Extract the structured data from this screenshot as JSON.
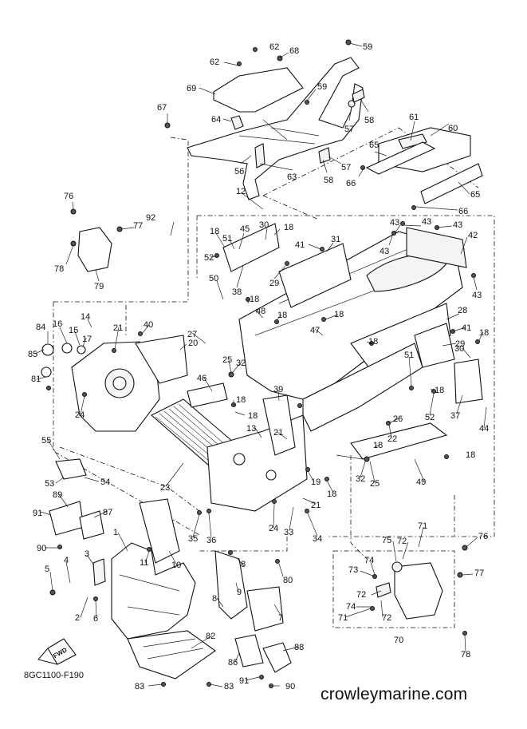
{
  "diagram_code": "8GC1100-F190",
  "watermark": "crowleymarine.com",
  "fwd_label": "FWD",
  "callouts": [
    {
      "id": "c59a",
      "text": "59"
    },
    {
      "id": "c62a",
      "text": "62"
    },
    {
      "id": "c62b",
      "text": "62"
    },
    {
      "id": "c68",
      "text": "68"
    },
    {
      "id": "c69",
      "text": "69"
    },
    {
      "id": "c59b",
      "text": "59"
    },
    {
      "id": "c57a",
      "text": "57"
    },
    {
      "id": "c58a",
      "text": "58"
    },
    {
      "id": "c67",
      "text": "67"
    },
    {
      "id": "c64",
      "text": "64"
    },
    {
      "id": "c61",
      "text": "61"
    },
    {
      "id": "c60",
      "text": "60"
    },
    {
      "id": "c56",
      "text": "56"
    },
    {
      "id": "c63",
      "text": "63"
    },
    {
      "id": "c57b",
      "text": "57"
    },
    {
      "id": "c65a",
      "text": "65"
    },
    {
      "id": "c58b",
      "text": "58"
    },
    {
      "id": "c66a",
      "text": "66"
    },
    {
      "id": "c65b",
      "text": "65"
    },
    {
      "id": "c12",
      "text": "12"
    },
    {
      "id": "c66b",
      "text": "66"
    },
    {
      "id": "c76a",
      "text": "76"
    },
    {
      "id": "c92",
      "text": "92"
    },
    {
      "id": "c77a",
      "text": "77"
    },
    {
      "id": "c30a",
      "text": "30"
    },
    {
      "id": "c18a",
      "text": "18"
    },
    {
      "id": "c43a",
      "text": "43"
    },
    {
      "id": "c43b",
      "text": "43"
    },
    {
      "id": "c43c",
      "text": "43"
    },
    {
      "id": "c42",
      "text": "42"
    },
    {
      "id": "c43d",
      "text": "43"
    },
    {
      "id": "c43e",
      "text": "43"
    },
    {
      "id": "c18b",
      "text": "18"
    },
    {
      "id": "c51a",
      "text": "51"
    },
    {
      "id": "c45",
      "text": "45"
    },
    {
      "id": "c41a",
      "text": "41"
    },
    {
      "id": "c31",
      "text": "31"
    },
    {
      "id": "c78a",
      "text": "78"
    },
    {
      "id": "c52a",
      "text": "52"
    },
    {
      "id": "c79",
      "text": "79"
    },
    {
      "id": "c29a",
      "text": "29"
    },
    {
      "id": "c38",
      "text": "38"
    },
    {
      "id": "c50",
      "text": "50"
    },
    {
      "id": "c18c",
      "text": "18"
    },
    {
      "id": "c48",
      "text": "48"
    },
    {
      "id": "c28",
      "text": "28"
    },
    {
      "id": "c14",
      "text": "14"
    },
    {
      "id": "c18d",
      "text": "18"
    },
    {
      "id": "c18e",
      "text": "18"
    },
    {
      "id": "c47",
      "text": "47"
    },
    {
      "id": "c41b",
      "text": "41"
    },
    {
      "id": "c84",
      "text": "84"
    },
    {
      "id": "c16",
      "text": "16"
    },
    {
      "id": "c15",
      "text": "15"
    },
    {
      "id": "c17",
      "text": "17"
    },
    {
      "id": "c21a",
      "text": "21"
    },
    {
      "id": "c40",
      "text": "40"
    },
    {
      "id": "c27",
      "text": "27"
    },
    {
      "id": "c29b",
      "text": "29"
    },
    {
      "id": "c18f",
      "text": "18"
    },
    {
      "id": "c85",
      "text": "85"
    },
    {
      "id": "c20",
      "text": "20"
    },
    {
      "id": "c25a",
      "text": "25"
    },
    {
      "id": "c32a",
      "text": "32"
    },
    {
      "id": "c18g",
      "text": "18"
    },
    {
      "id": "c30b",
      "text": "30"
    },
    {
      "id": "c46",
      "text": "46"
    },
    {
      "id": "c81",
      "text": "81"
    },
    {
      "id": "c39",
      "text": "39"
    },
    {
      "id": "c51b",
      "text": "51"
    },
    {
      "id": "c18h",
      "text": "18"
    },
    {
      "id": "c18i",
      "text": "18"
    },
    {
      "id": "c24a",
      "text": "24"
    },
    {
      "id": "c18j",
      "text": "18"
    },
    {
      "id": "c37",
      "text": "37"
    },
    {
      "id": "c52b",
      "text": "52"
    },
    {
      "id": "c26",
      "text": "26"
    },
    {
      "id": "c44",
      "text": "44"
    },
    {
      "id": "c13",
      "text": "13"
    },
    {
      "id": "c21b",
      "text": "21"
    },
    {
      "id": "c22",
      "text": "22"
    },
    {
      "id": "c55",
      "text": "55"
    },
    {
      "id": "c18k",
      "text": "18"
    },
    {
      "id": "c18l",
      "text": "18"
    },
    {
      "id": "c32b",
      "text": "32"
    },
    {
      "id": "c25b",
      "text": "25"
    },
    {
      "id": "c53",
      "text": "53"
    },
    {
      "id": "c54",
      "text": "54"
    },
    {
      "id": "c23",
      "text": "23"
    },
    {
      "id": "c19",
      "text": "19"
    },
    {
      "id": "c49",
      "text": "49"
    },
    {
      "id": "c21c",
      "text": "21"
    },
    {
      "id": "c18m",
      "text": "18"
    },
    {
      "id": "c89",
      "text": "89"
    },
    {
      "id": "c87",
      "text": "87"
    },
    {
      "id": "c91a",
      "text": "91"
    },
    {
      "id": "c35",
      "text": "35"
    },
    {
      "id": "c36",
      "text": "36"
    },
    {
      "id": "c24b",
      "text": "24"
    },
    {
      "id": "c33",
      "text": "33"
    },
    {
      "id": "c34",
      "text": "34"
    },
    {
      "id": "c1",
      "text": "1"
    },
    {
      "id": "c71",
      "text": "71"
    },
    {
      "id": "c76b",
      "text": "76"
    },
    {
      "id": "c90a",
      "text": "90"
    },
    {
      "id": "c75",
      "text": "75"
    },
    {
      "id": "c72a",
      "text": "72"
    },
    {
      "id": "c3",
      "text": "3"
    },
    {
      "id": "c11",
      "text": "11"
    },
    {
      "id": "c10",
      "text": "10"
    },
    {
      "id": "c80",
      "text": "80"
    },
    {
      "id": "c74a",
      "text": "74"
    },
    {
      "id": "c5",
      "text": "5"
    },
    {
      "id": "c4",
      "text": "4"
    },
    {
      "id": "c8a",
      "text": "8"
    },
    {
      "id": "c73",
      "text": "73"
    },
    {
      "id": "c77b",
      "text": "77"
    },
    {
      "id": "c9",
      "text": "9"
    },
    {
      "id": "c72b",
      "text": "72"
    },
    {
      "id": "c2",
      "text": "2"
    },
    {
      "id": "c6",
      "text": "6"
    },
    {
      "id": "c8b",
      "text": "8"
    },
    {
      "id": "c74b",
      "text": "74"
    },
    {
      "id": "c7",
      "text": "7"
    },
    {
      "id": "c71b",
      "text": "71"
    },
    {
      "id": "c72c",
      "text": "72"
    },
    {
      "id": "c70",
      "text": "70"
    },
    {
      "id": "c82",
      "text": "82"
    },
    {
      "id": "c88",
      "text": "88"
    },
    {
      "id": "c78b",
      "text": "78"
    },
    {
      "id": "c86",
      "text": "86"
    },
    {
      "id": "c91b",
      "text": "91"
    },
    {
      "id": "c83a",
      "text": "83"
    },
    {
      "id": "c90b",
      "text": "90"
    },
    {
      "id": "c83b",
      "text": "83"
    }
  ]
}
